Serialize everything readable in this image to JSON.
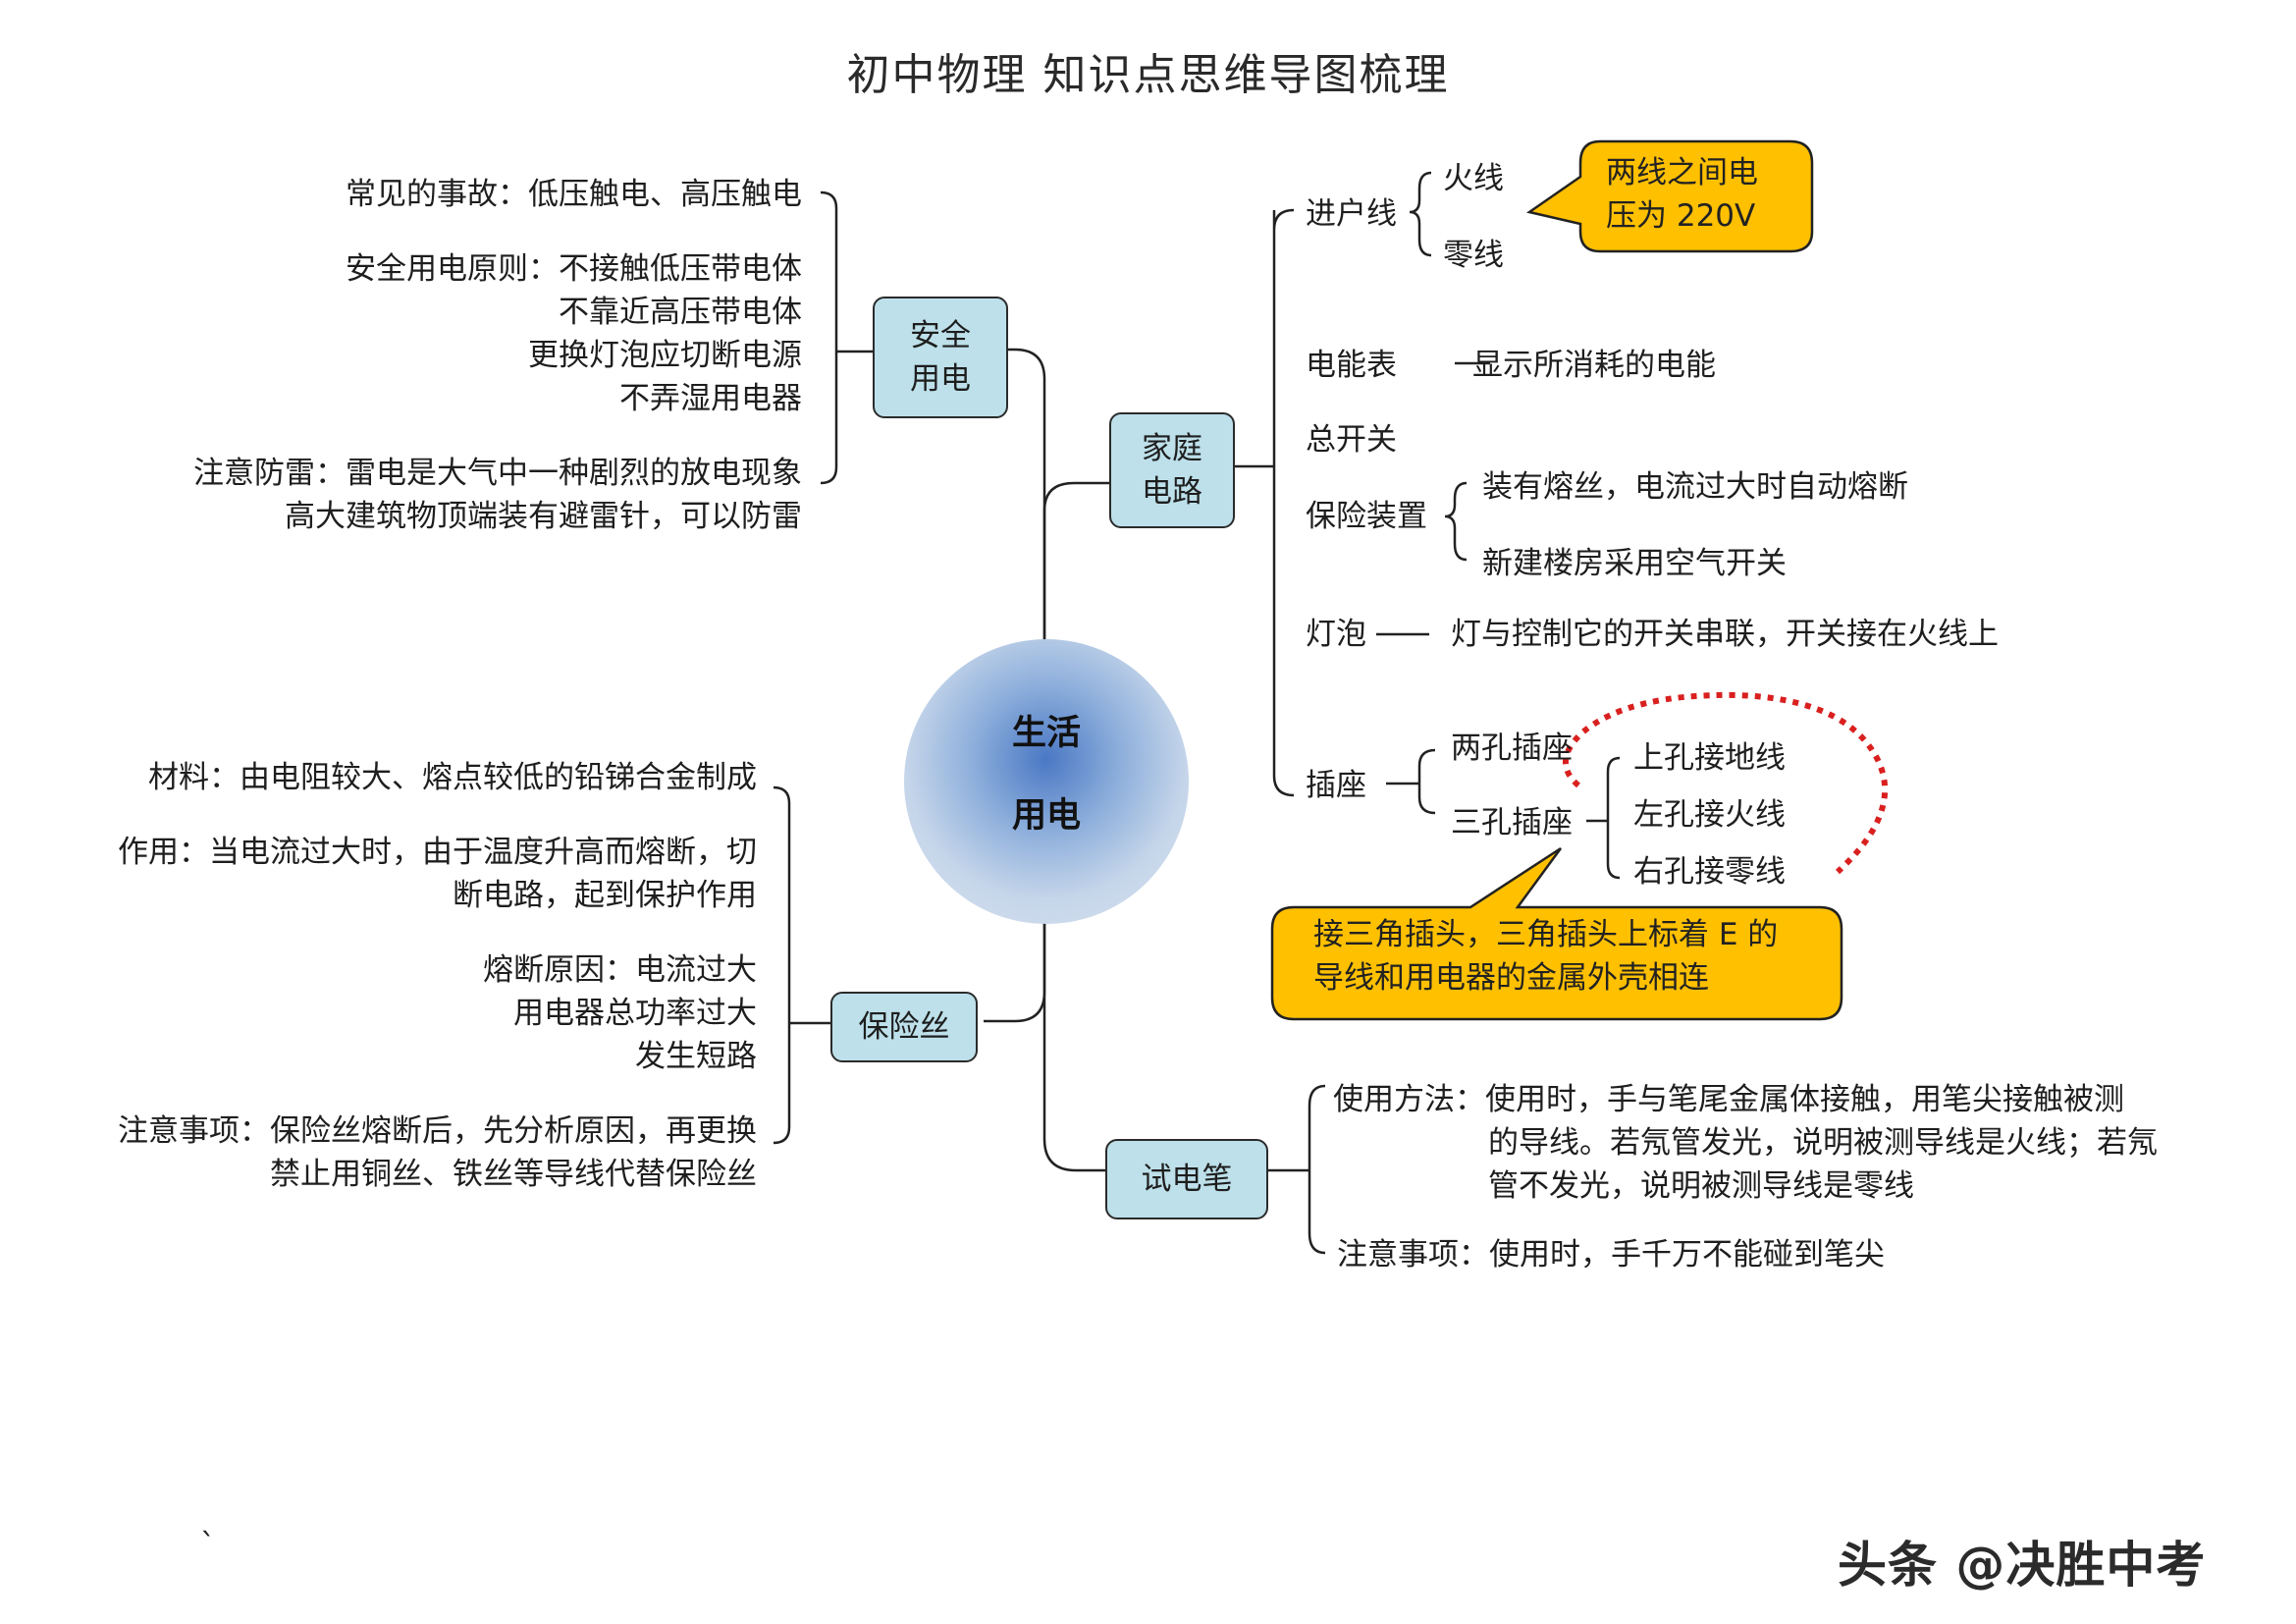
{
  "title": "初中物理  知识点思维导图梳理",
  "center": {
    "line1": "生活",
    "line2": "用电"
  },
  "safe": {
    "label1": "安全",
    "label2": "用电",
    "accidents": "常见的事故：低压触电、高压触电",
    "principles": [
      "安全用电原则：不接触低压带电体",
      "不靠近高压带电体",
      "更换灯泡应切断电源",
      "不弄湿用电器"
    ],
    "lightning": [
      "注意防雷：雷电是大气中一种剧烈的放电现象",
      "高大建筑物顶端装有避雷针，可以防雷"
    ]
  },
  "home": {
    "label1": "家庭",
    "label2": "电路",
    "service_line": "进户线",
    "live": "火线",
    "neutral": "零线",
    "voltage_callout": [
      "两线之间电",
      "压为 220V"
    ],
    "meter": "电能表",
    "meter_desc": "显示所消耗的电能",
    "main_switch": "总开关",
    "protection": "保险装置",
    "protection_items": [
      "装有熔丝，电流过大时自动熔断",
      "新建楼房采用空气开关"
    ],
    "bulb": "灯泡",
    "bulb_desc": "灯与控制它的开关串联，开关接在火线上",
    "socket": "插座",
    "two_hole": "两孔插座",
    "three_hole": "三孔插座",
    "three_hole_items": [
      "上孔接地线",
      "左孔接火线",
      "右孔接零线"
    ],
    "plug_callout": [
      "接三角插头，三角插头上标着 E 的",
      "导线和用电器的金属外壳相连"
    ]
  },
  "fuse": {
    "label": "保险丝",
    "material": "材料：由电阻较大、熔点较低的铅锑合金制成",
    "function": [
      "作用：当电流过大时，由于温度升高而熔断，切",
      "断电路，起到保护作用"
    ],
    "causes": [
      "熔断原因：电流过大",
      "用电器总功率过大",
      "发生短路"
    ],
    "notes": [
      "注意事项：保险丝熔断后，先分析原因，再更换",
      "禁止用铜丝、铁丝等导线代替保险丝"
    ]
  },
  "pen": {
    "label": "试电笔",
    "usage": [
      "使用方法：使用时，手与笔尾金属体接触，用笔尖接触被测",
      "的导线。若氖管发光，说明被测导线是火线；若氖",
      "管不发光，说明被测导线是零线"
    ],
    "caution": "注意事项：使用时，手千万不能碰到笔尖"
  },
  "stray_mark": "`",
  "watermark": "头条 @决胜中考",
  "colors": {
    "box_fill": "#bde0ea",
    "callout_fill": "#ffc000",
    "dotted": "#d9201f",
    "center": "#4a78c4"
  }
}
